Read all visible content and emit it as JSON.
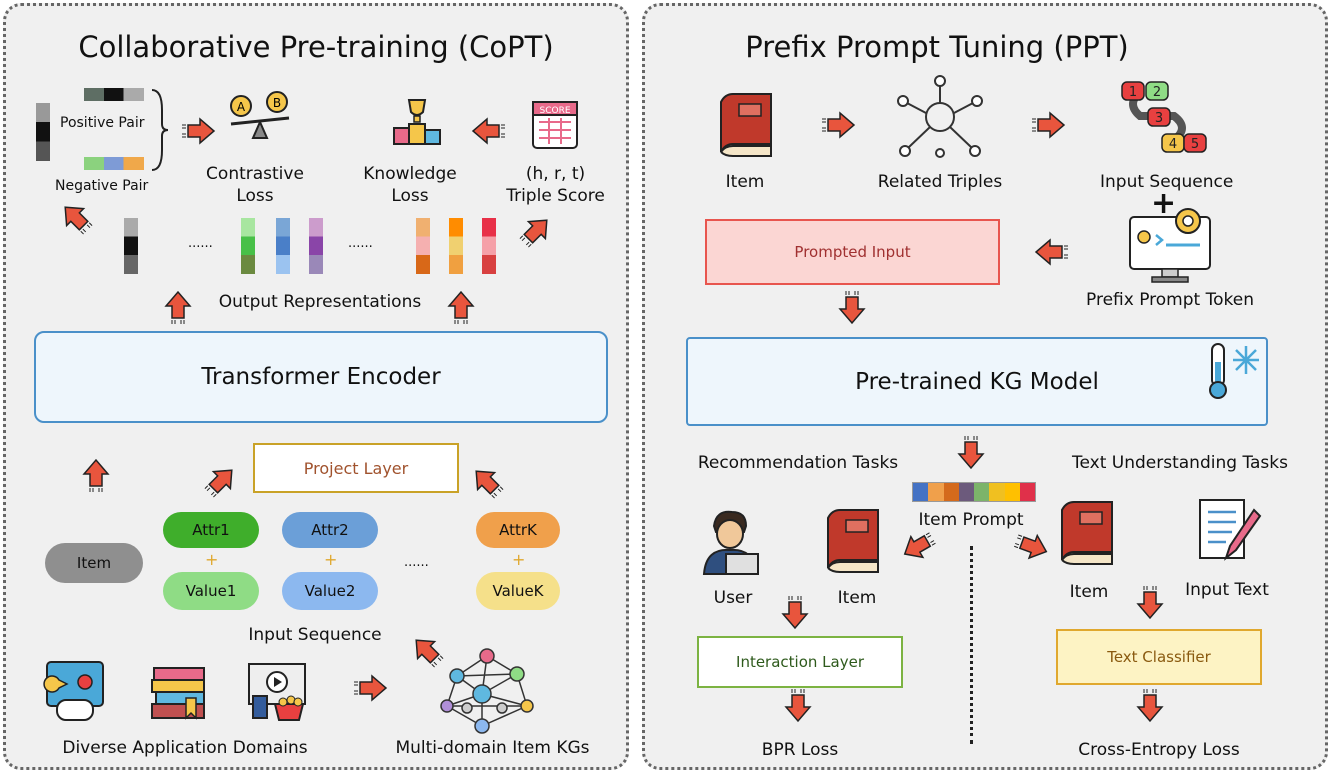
{
  "left": {
    "title": "Collaborative Pre-training (CoPT)",
    "positive_pair": "Positive Pair",
    "negative_pair": "Negative Pair",
    "contrastive_loss": "Contrastive\nLoss",
    "knowledge_loss": "Knowledge\nLoss",
    "triple_score": "(h, r, t)\nTriple Score",
    "ellipsis": "......",
    "output_representations": "Output Representations",
    "transformer_encoder": "Transformer Encoder",
    "project_layer": "Project Layer",
    "item": "Item",
    "attrs": [
      "Attr1",
      "Attr2",
      "AttrK"
    ],
    "values": [
      "Value1",
      "Value2",
      "ValueK"
    ],
    "plus": "+",
    "input_sequence": "Input Sequence",
    "diverse_domains": "Diverse Application Domains",
    "multi_domain_kgs": "Multi-domain Item KGs",
    "score_label": "SCORE"
  },
  "right": {
    "title": "Prefix Prompt Tuning (PPT)",
    "item": "Item",
    "related_triples": "Related Triples",
    "input_sequence": "Input Sequence",
    "prompted_input": "Prompted Input",
    "prefix_prompt_token": "Prefix Prompt Token",
    "pretrained_kg_model": "Pre-trained KG Model",
    "recommendation_tasks": "Recommendation Tasks",
    "text_understanding_tasks": "Text Understanding Tasks",
    "item_prompt": "Item Prompt",
    "user": "User",
    "item2": "Item",
    "item3": "Item",
    "input_text": "Input Text",
    "interaction_layer": "Interaction Layer",
    "text_classifier": "Text Classifier",
    "bpr_loss": "BPR Loss",
    "cross_entropy_loss": "Cross-Entropy Loss",
    "numbers": [
      "1",
      "2",
      "3",
      "4",
      "5"
    ]
  },
  "colors": {
    "arrow": "#e8553d",
    "encoder_border": "#4a90c9",
    "encoder_fill": "#eef6fc",
    "project_border": "#c9a227",
    "prompted_border": "#e8554e",
    "prompted_fill": "#fbd6d3",
    "interaction_border": "#7cb342",
    "classifier_border": "#e0a82e",
    "attr1": "#3fae2b",
    "attr2": "#6b9fd8",
    "attrk": "#f0a04b",
    "value1": "#8fdc85",
    "value2": "#8cb8ef",
    "valuek": "#f5e08a",
    "item_pill": "#8f8f8f",
    "prompt_strip": [
      "#4472c4",
      "#f0a04b",
      "#d46a1c",
      "#6c5a7c",
      "#7cb46a",
      "#f0c020",
      "#ffc000",
      "#e0304a"
    ]
  }
}
